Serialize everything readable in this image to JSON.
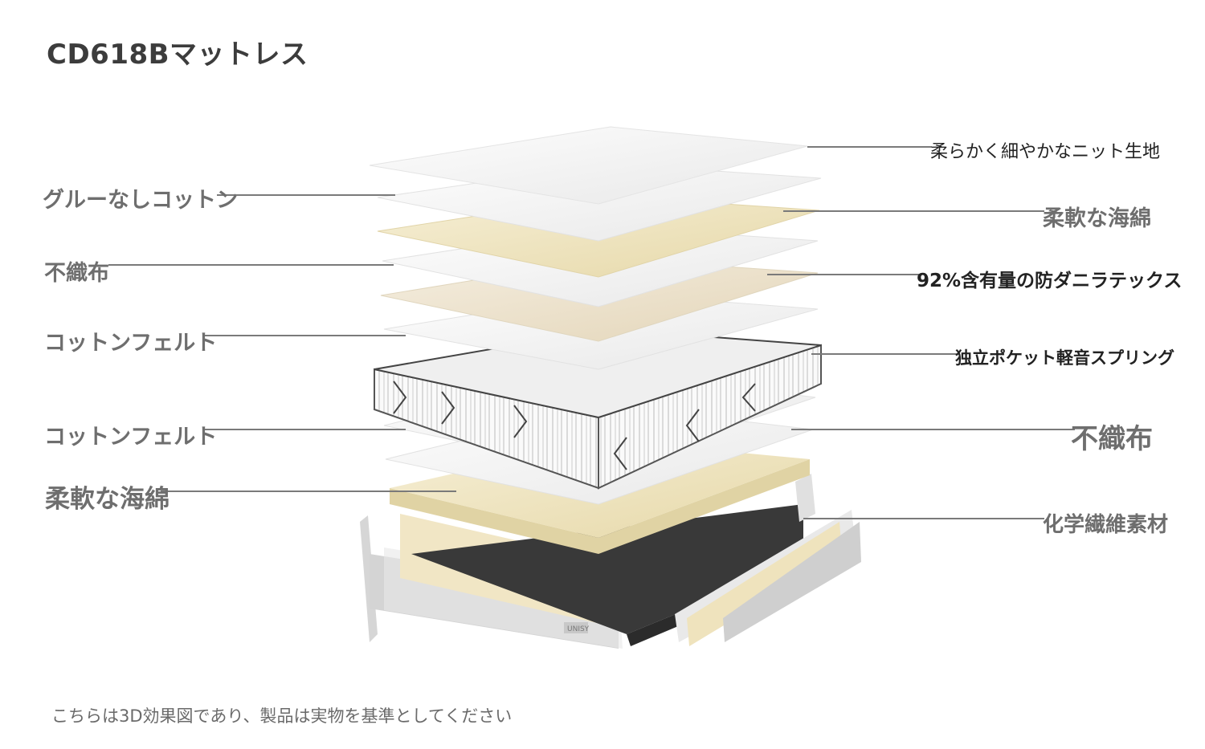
{
  "title": "CD618Bマットレス",
  "labels_left": [
    "グルーなしコットン",
    "不織布",
    "コットンフェルト",
    "コットンフェルト",
    "柔軟な海綿"
  ],
  "labels_right": [
    "柔らかく細やかなニット生地",
    "柔軟な海綿",
    "92%含有量の防ダニラテックス",
    "独立ポケット軽音スプリング",
    "不織布",
    "化学繊維素材"
  ],
  "brand_tag": "UNISY",
  "note": "こちらは3D効果図であり、製品は実物を基準としてください",
  "colors": {
    "white_layer": "#f4f4f4",
    "cream_layer": "#efe4c0",
    "latex_layer": "#ece2cc",
    "base_board": "#3a3a3a",
    "frame": "#d9d9d9",
    "leader_line": "#7a7a7a"
  }
}
